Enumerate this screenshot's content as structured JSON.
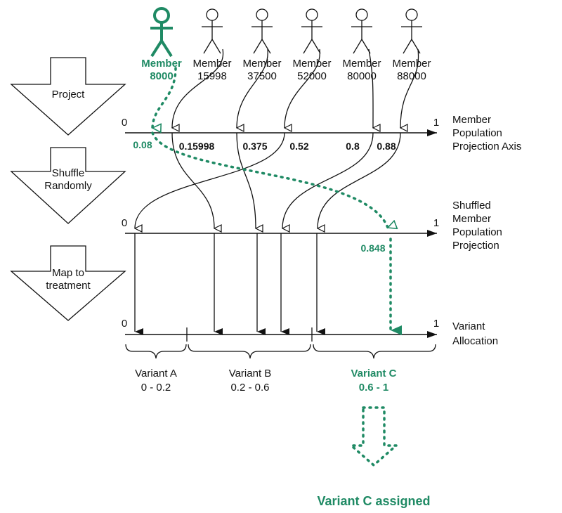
{
  "members": [
    {
      "label": "Member",
      "id": "8000",
      "highlight": true
    },
    {
      "label": "Member",
      "id": "15998",
      "highlight": false
    },
    {
      "label": "Member",
      "id": "37500",
      "highlight": false
    },
    {
      "label": "Member",
      "id": "52000",
      "highlight": false
    },
    {
      "label": "Member",
      "id": "80000",
      "highlight": false
    },
    {
      "label": "Member",
      "id": "88000",
      "highlight": false
    }
  ],
  "steps": [
    {
      "lines": [
        "Project"
      ]
    },
    {
      "lines": [
        "Shuffle",
        "Randomly"
      ]
    },
    {
      "lines": [
        "Map to",
        "treatment"
      ]
    }
  ],
  "axes": [
    {
      "start": "0",
      "end": "1",
      "title_lines": [
        "Member",
        "Population",
        "Projection Axis"
      ]
    },
    {
      "start": "0",
      "end": "1",
      "title_lines": [
        "Shuffled",
        "Member",
        "Population",
        "Projection"
      ]
    },
    {
      "start": "0",
      "end": "1",
      "title_lines": [
        "Variant",
        "Allocation"
      ]
    }
  ],
  "projection_values": [
    {
      "text": "0.08",
      "highlight": true
    },
    {
      "text": "0.15998",
      "highlight": false
    },
    {
      "text": "0.375",
      "highlight": false
    },
    {
      "text": "0.52",
      "highlight": false
    },
    {
      "text": "0.8",
      "highlight": false
    },
    {
      "text": "0.88",
      "highlight": false
    }
  ],
  "shuffled_value": "0.848",
  "variants": [
    {
      "name": "Variant A",
      "range": "0 - 0.2",
      "highlight": false
    },
    {
      "name": "Variant B",
      "range": "0.2 - 0.6",
      "highlight": false
    },
    {
      "name": "Variant C",
      "range": "0.6 - 1",
      "highlight": true
    }
  ],
  "result": "Variant C assigned",
  "colors": {
    "highlight": "#1f8a64",
    "line": "#111111"
  }
}
